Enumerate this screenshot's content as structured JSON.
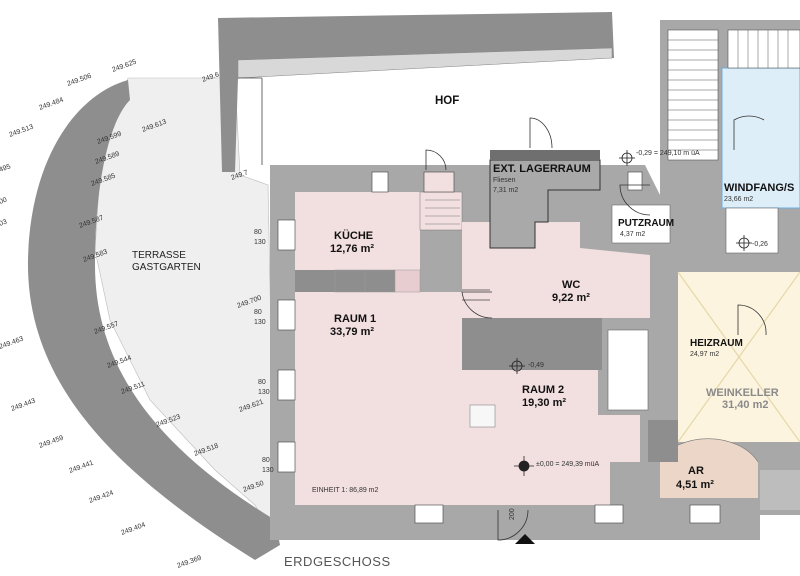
{
  "plan": {
    "floor_name": "ERDGESCHOSS",
    "hof": "HOF",
    "terrace": {
      "line1": "TERRASSE",
      "line2": "GASTGARTEN"
    },
    "rooms": [
      {
        "id": "kueche",
        "name": "KÜCHE",
        "area": "12,76 m²"
      },
      {
        "id": "raum1",
        "name": "RAUM 1",
        "area": "33,79 m²"
      },
      {
        "id": "wc",
        "name": "WC",
        "area": "9,22 m²"
      },
      {
        "id": "raum2",
        "name": "RAUM 2",
        "area": "19,30 m²"
      },
      {
        "id": "lager",
        "name": "EXT. LAGERRAUM",
        "sub": "Fliesen",
        "area": "7,31 m2"
      },
      {
        "id": "putz",
        "name": "PUTZRAUM",
        "area": "4,37 m2"
      },
      {
        "id": "windfang",
        "name": "WINDFANG/S",
        "area": "23,66 m2"
      },
      {
        "id": "heiz",
        "name": "HEIZRAUM",
        "area": "24,97 m2"
      },
      {
        "id": "wein",
        "name": "WEINKELLER",
        "area": "31,40 m2"
      },
      {
        "id": "ar",
        "name": "AR",
        "area": "4,51 m²"
      }
    ],
    "unit_label": "EINHEIT 1: 86,89 m2",
    "levels": {
      "lager": "-0,29 = 249,10 m üA",
      "zero": "±0,00 = 249,39 müA",
      "raum2": "-0,49",
      "windfang": "-0,26"
    },
    "window_dims": [
      {
        "top": "80",
        "bottom": "130"
      },
      {
        "top": "80",
        "bottom": "130"
      },
      {
        "top": "80",
        "bottom": "130"
      },
      {
        "top": "80",
        "bottom": "130"
      }
    ],
    "door_dim": "200",
    "spot_elevations": [
      "249.625",
      "249.506",
      "249.484",
      "249.513",
      "495",
      "00",
      "03",
      "249.6",
      "249.599",
      "249.589",
      "249.585",
      "249.613",
      "249.7",
      "249.587",
      "249.583",
      "249.557",
      "249.544",
      "249.511",
      "249.463",
      "249.443",
      "249.459",
      "249.441",
      "249.424",
      "249.404",
      "249.369",
      "249.523",
      "249.518",
      "249.700",
      "249.621",
      "249.50"
    ]
  }
}
